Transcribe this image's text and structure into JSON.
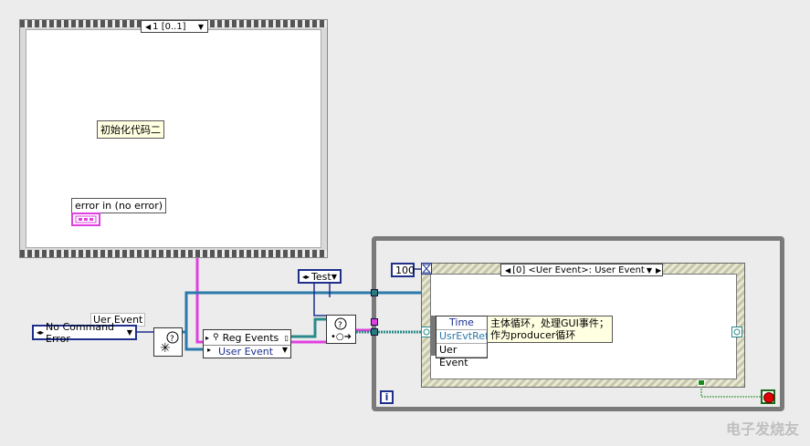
{
  "sequence_frame": {
    "selector_label": "1 [0..1]",
    "comment": "初始化代码二",
    "error_in_label": "error in (no error)"
  },
  "user_event": {
    "label": "Uer Event",
    "ring_value": "No Command Error"
  },
  "test_constant": {
    "value": "Test"
  },
  "reg_events": {
    "title": "Reg Events",
    "row_label": "User Event"
  },
  "while_loop": {
    "timeout_value": "100",
    "iteration_terminal": "i"
  },
  "event_structure": {
    "selector_label": "[0] <Uer Event>: User Event",
    "event_data_items": [
      "Time",
      "UsrEvtRef",
      "Uer Event"
    ],
    "comment_line1": "主体循环，处理GUI事件；",
    "comment_line2": "作为producer循环"
  },
  "colors": {
    "error_wire": "#e040e0",
    "event_wire": "#2a8a8a",
    "ref_wire": "#2a7aaa",
    "enum_wire": "#1e2f8c",
    "bool_wire": "#1a8a1a",
    "stop_red": "#e00000"
  },
  "watermark": "电子发烧友"
}
